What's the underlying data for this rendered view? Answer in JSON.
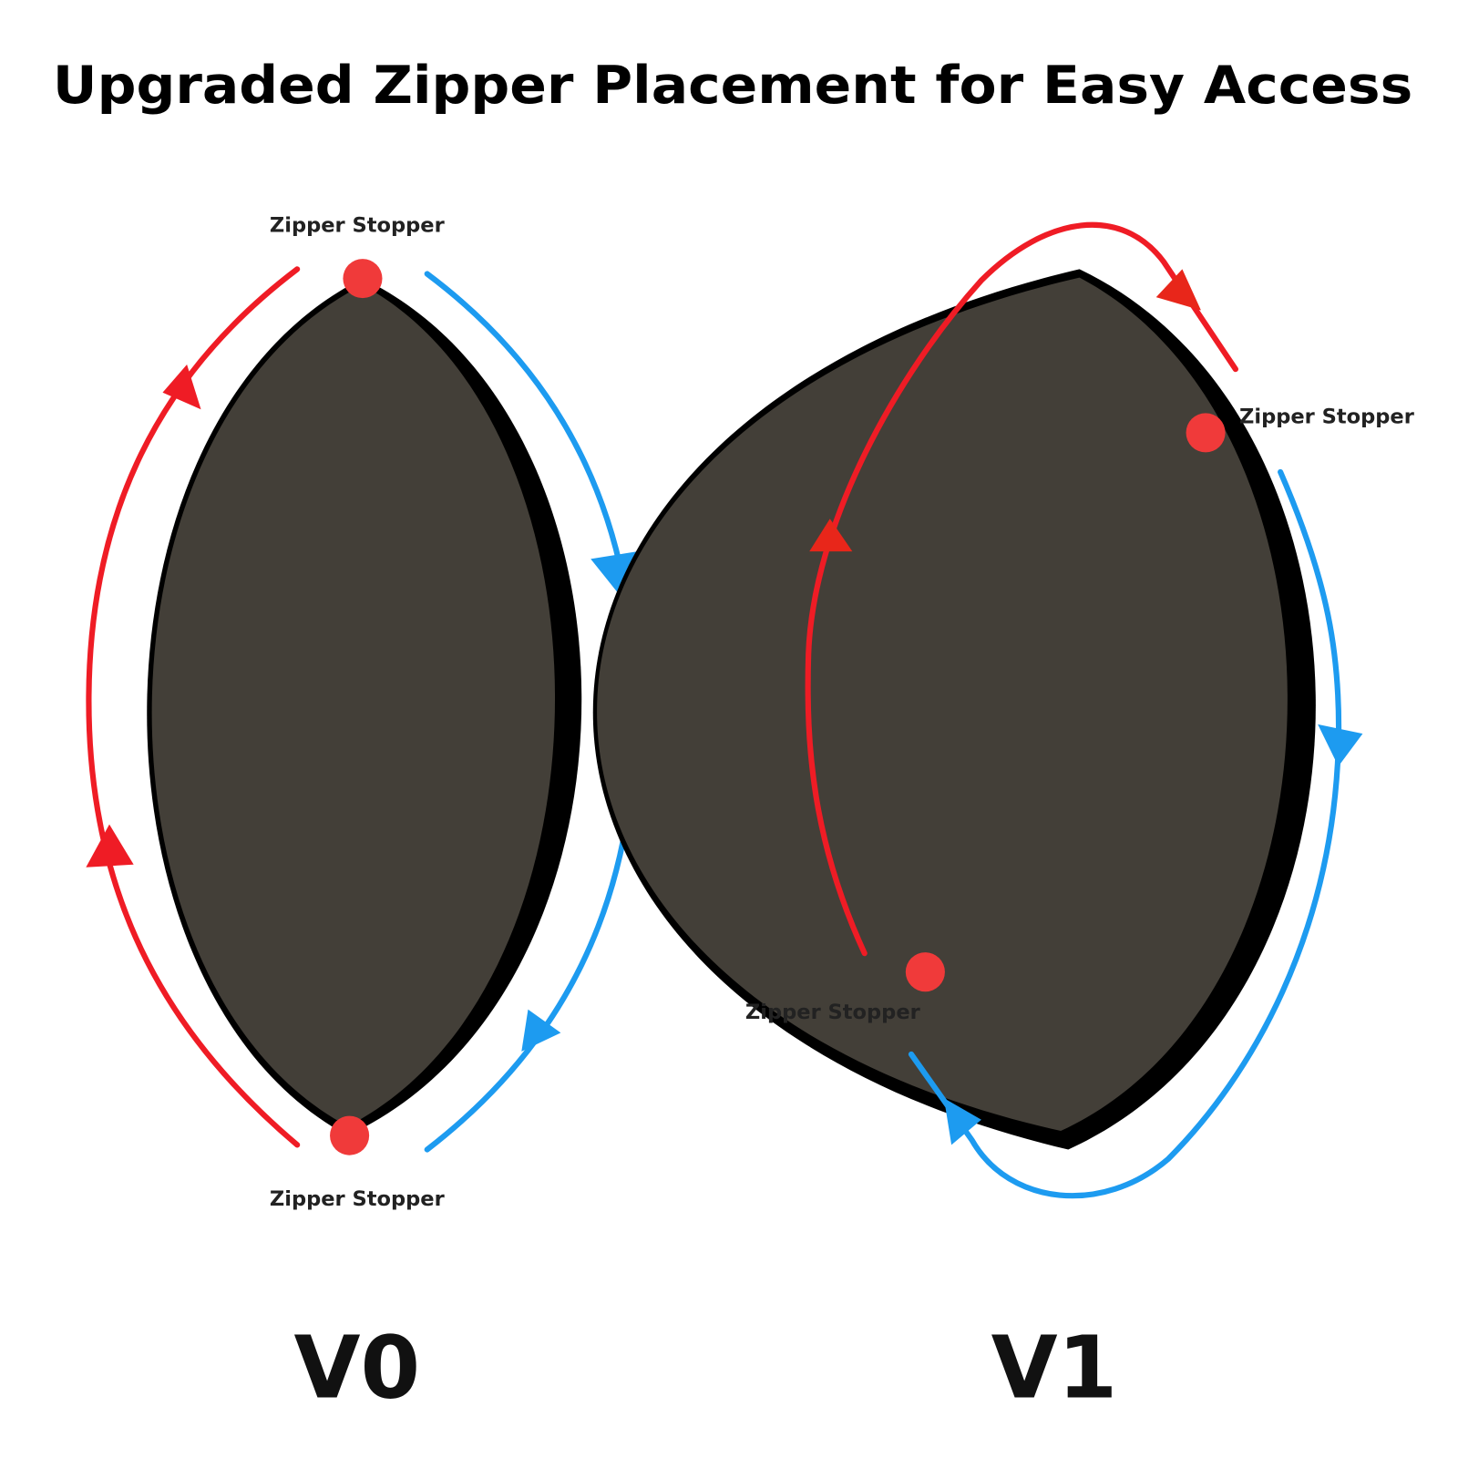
{
  "title": "Upgraded Zipper Placement for Easy Access",
  "v0": {
    "version": "V0",
    "top_label": "Zipper Stopper",
    "bottom_label": "Zipper Stopper"
  },
  "v1": {
    "version": "V1",
    "right_label": "Zipper Stopper",
    "left_label": "Zipper Stopper"
  },
  "colors": {
    "fabric": "#433f38",
    "edge": "#000000",
    "red_arrow": "#ef1c25",
    "blue_arrow": "#1d9bf0",
    "stopper": "#f03a3a"
  }
}
